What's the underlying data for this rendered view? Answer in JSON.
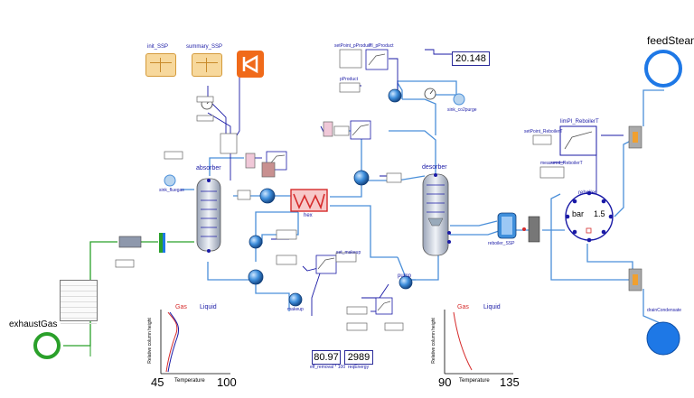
{
  "labels": {
    "feed_steam": "feedSteam",
    "exhaust_gas": "exhaustGas",
    "init_ssp": "init_SSP",
    "summary_ssp": "summary_SSP",
    "absorber": "absorber",
    "desorber": "desorber",
    "hex": "hex",
    "pump": "pump",
    "reboiler": "reboiler",
    "reboiler_ssp": "reboiler_SSP",
    "lim_pi": "limPI_ReboilerT",
    "setpoint_reboiler": "setPoint_ReboilerT",
    "measured_reboiler": "measured_ReboilerT",
    "drain_condensate": "drainCondensate",
    "sink_co2": "sink_co2purge",
    "sink_fluegas": "sink_fluegas",
    "makeup": "makeup",
    "set_makeup": "set_makeup",
    "p_product": "pProduct",
    "set_p_product": "setPoint_pProduct",
    "pi_product": "PI_pProduct",
    "bar": "bar",
    "bar_value": "1.5",
    "pressure_readout": "20.148"
  },
  "readouts": {
    "re_removal_value": "80.97",
    "re_removal_label": "eff_removal * 100",
    "req_energy_value": "2989",
    "req_energy_label": "reqEnergy"
  },
  "plots": [
    {
      "series_gas": "Gas",
      "series_liquid": "Liquid",
      "ylabel": "Relative column height",
      "xlabel": "Temperature",
      "xmin": "45",
      "xmax": "100"
    },
    {
      "series_gas": "Gas",
      "series_liquid": "Liquid",
      "ylabel": "Relative column height",
      "xlabel": "Temperature",
      "xmin": "90",
      "xmax": "135"
    }
  ],
  "colors": {
    "pipe_liquid": "#4a8fd9",
    "pipe_signal": "#1a1aa6",
    "pipe_gas": "#2aa02a",
    "gas_curve": "#d62b2b",
    "steam": "#1e78e6"
  },
  "icons": [
    "ssp-grid-icon",
    "ssp-grid-icon",
    "fmi-logo-icon",
    "column-icon",
    "heat-exchanger-icon",
    "pump-icon",
    "valve-icon",
    "pressure-gauge-icon",
    "pi-controller-icon",
    "source-icon",
    "sink-icon"
  ]
}
